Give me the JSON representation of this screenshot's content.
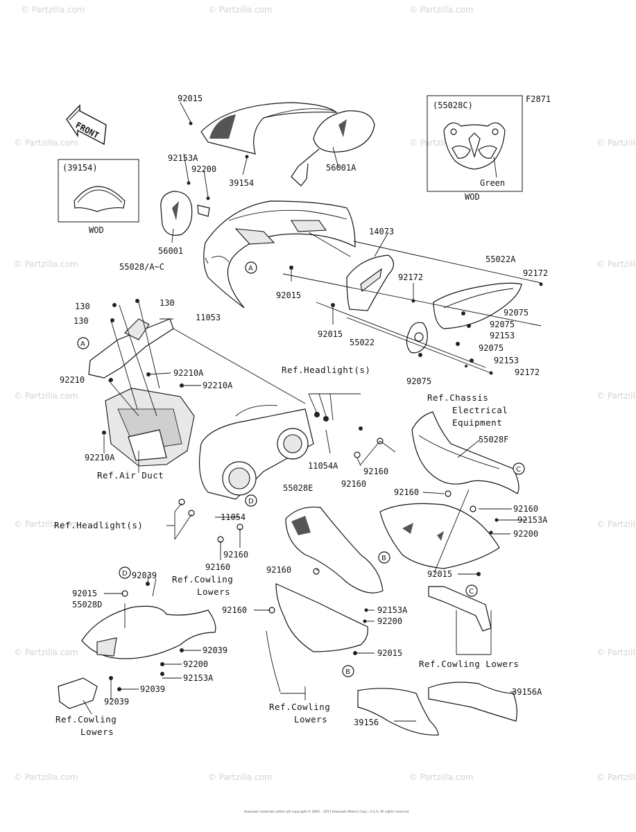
{
  "figure_code": "F2871",
  "watermark": "© Partzilla.com",
  "footer_text": "Kawasaki materials within will copyright © 2005 – 2017 Kawasaki Motors Corp., U.S.A. All rights reserved.",
  "front_label": "FRONT",
  "insets": [
    {
      "code": "(39154)",
      "caption": "WOD"
    },
    {
      "code": "(55028C)",
      "note": "Green",
      "caption": "WOD"
    }
  ],
  "callouts": [
    "A",
    "B",
    "C",
    "D"
  ],
  "part_labels": [
    "92015",
    "92153A",
    "92200",
    "39154",
    "56001A",
    "56001",
    "14073",
    "55028/A~C",
    "55022A",
    "92172",
    "92015",
    "92172",
    "92075",
    "130",
    "130",
    "130",
    "11053",
    "92015",
    "92075",
    "55022",
    "92153",
    "92075",
    "92153",
    "92172",
    "92210",
    "92210A",
    "92210A",
    "92075",
    "92210A",
    "11054A",
    "92160",
    "55028F",
    "92160",
    "55028E",
    "92160",
    "92160",
    "92153A",
    "11054",
    "92160",
    "92200",
    "92039",
    "92160",
    "92015",
    "92015",
    "55028D",
    "92160",
    "92153A",
    "92200",
    "92039",
    "92200",
    "92153A",
    "92039",
    "92039",
    "92015",
    "39156A",
    "39156"
  ],
  "reference_labels": [
    "Ref.Headlight(s)",
    "Ref.Chassis",
    "Electrical",
    "Equipment",
    "Ref.Air Duct",
    "Ref.Headlight(s)",
    "Ref.Cowling",
    "Lowers",
    "Ref.Cowling Lowers",
    "Ref.Cowling",
    "Lowers",
    "Ref.Cowling",
    "Lowers"
  ]
}
